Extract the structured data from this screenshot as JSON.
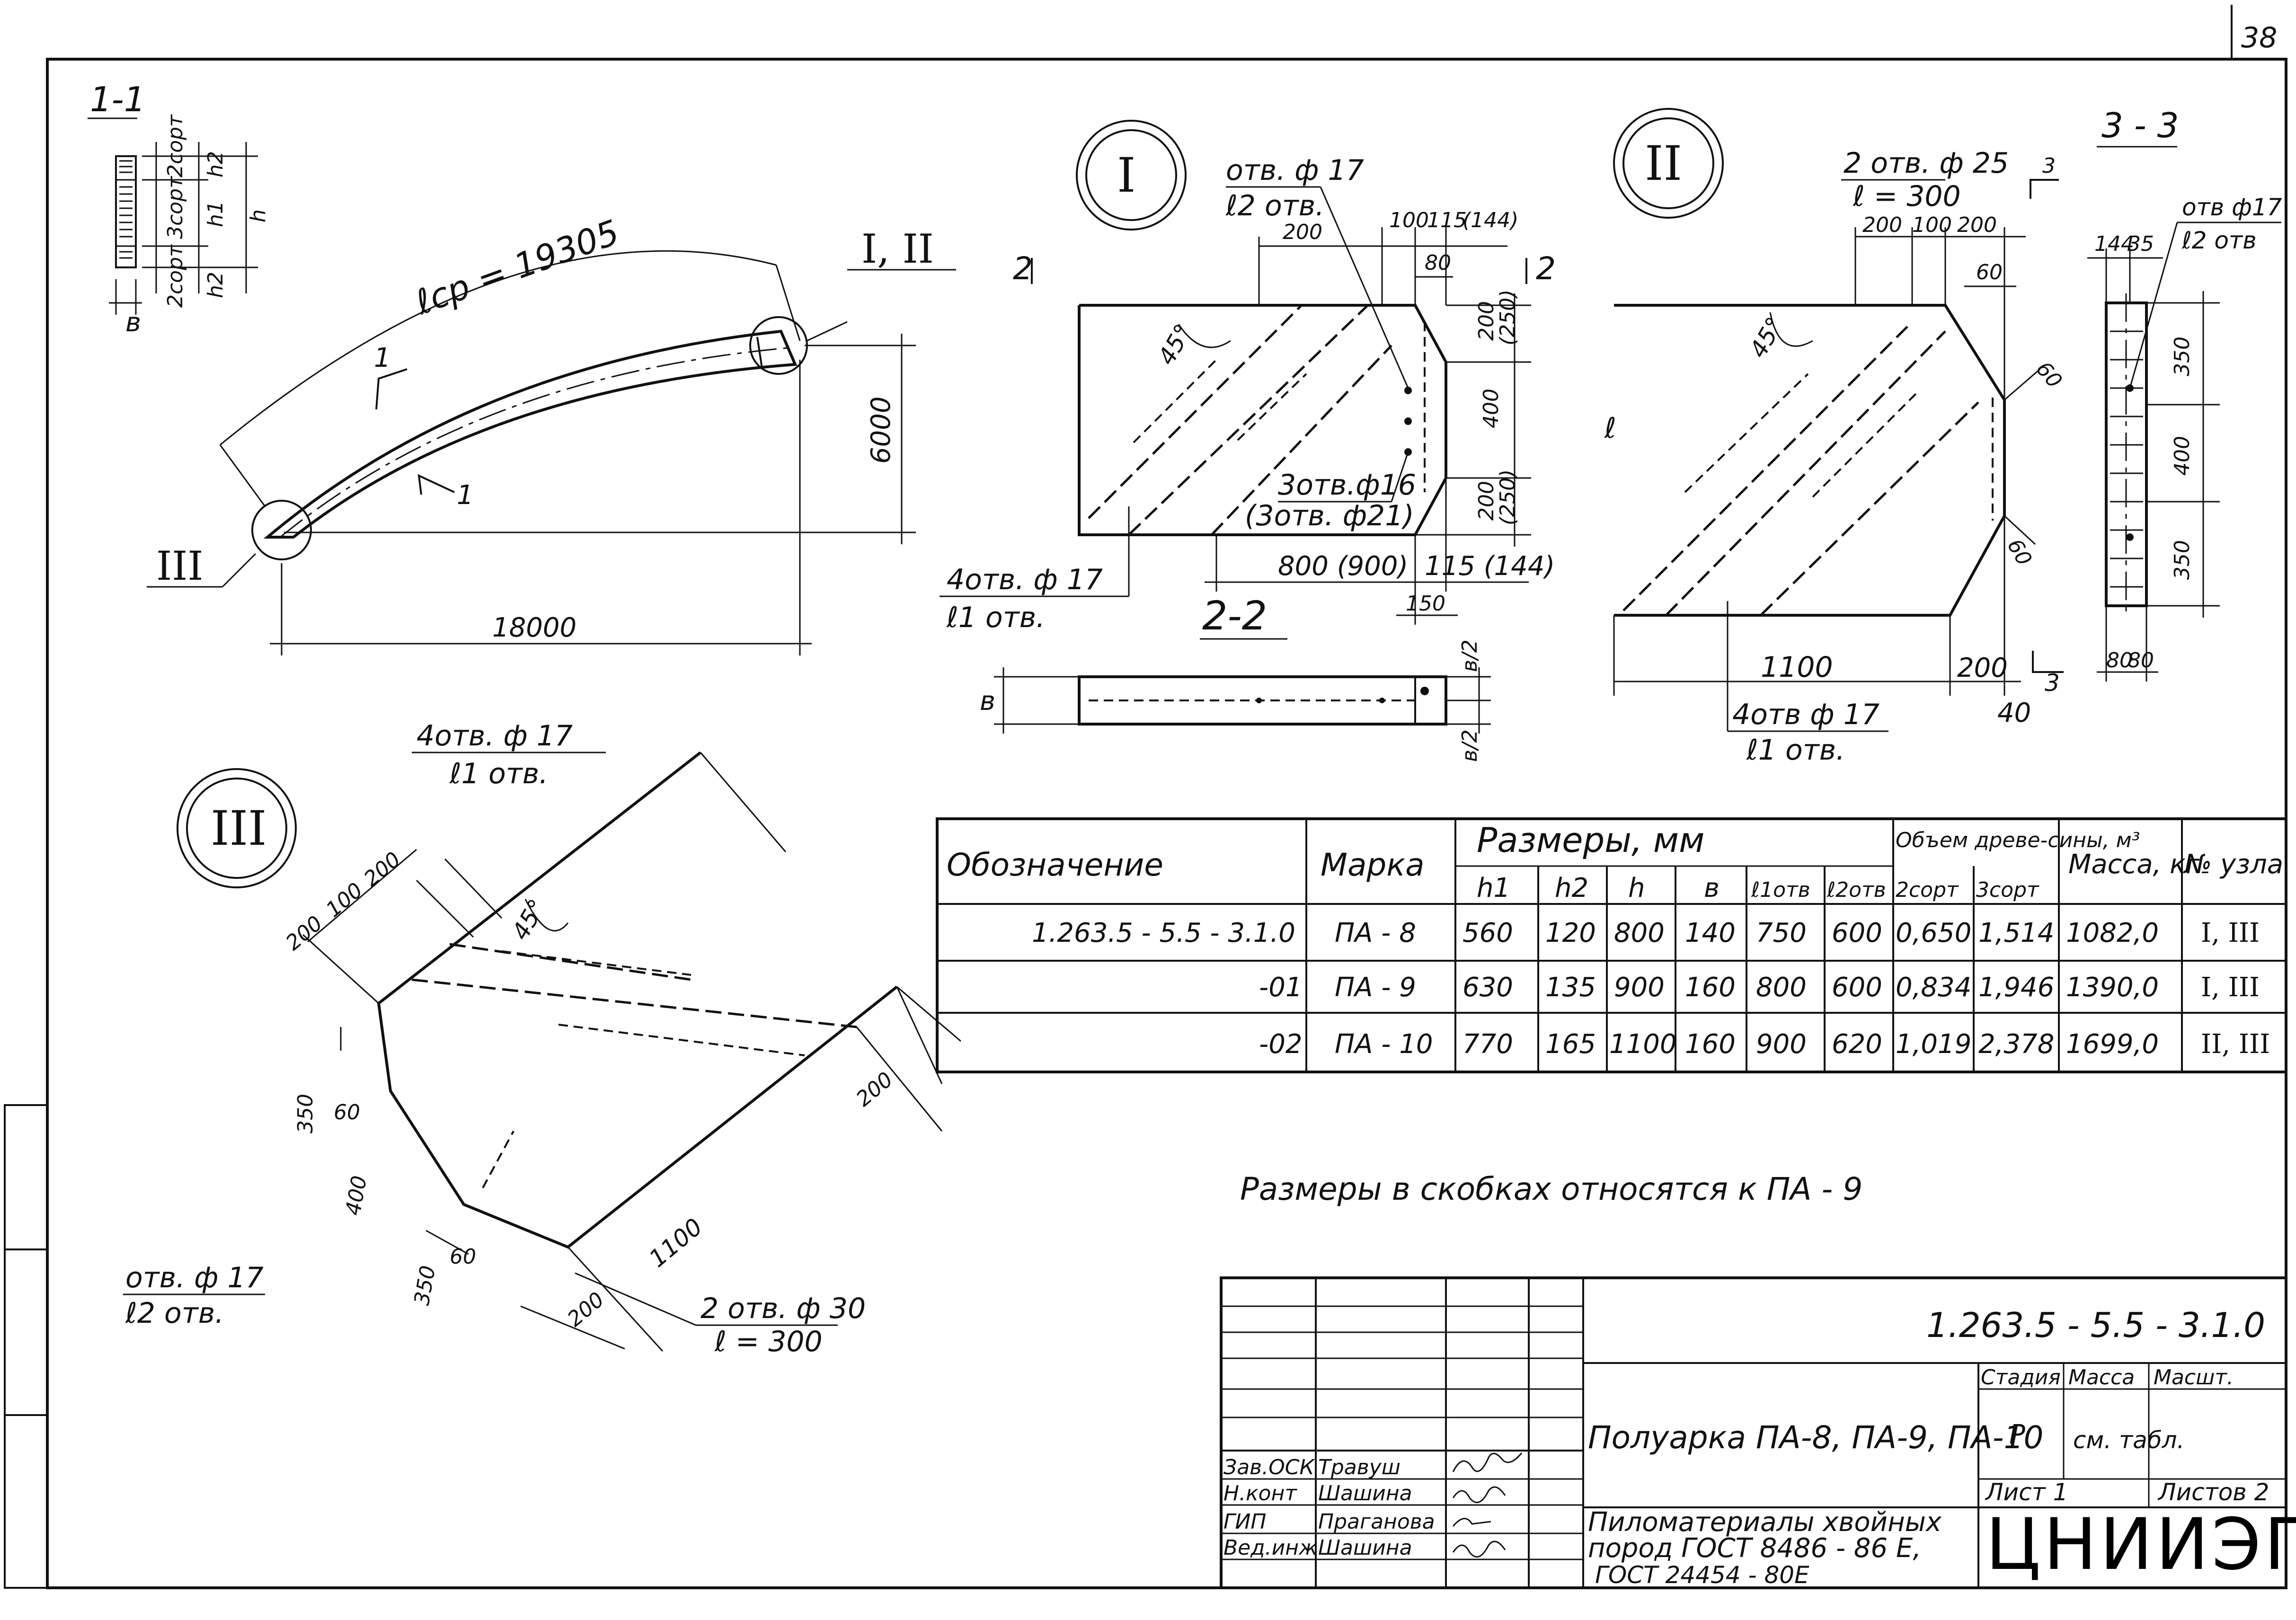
{
  "page": {
    "sheet_corner_number": "38"
  },
  "section_1_1": {
    "title": "1-1",
    "label_b": "в",
    "dims_left": [
      "2сорт",
      "3сорт",
      "2сорт"
    ],
    "dims_right": [
      "h2",
      "h1",
      "h2"
    ],
    "dim_h": "h"
  },
  "arch": {
    "arc_length_label": "ℓср = 19305",
    "height_label": "6000",
    "span_label": "18000",
    "node_ref_top": "I, II",
    "node_ref_bottom": "III",
    "section_mark": "1"
  },
  "node_I": {
    "circle_label": "I",
    "holes_top": [
      "отв. ф 17",
      "ℓ2 отв."
    ],
    "dims_top": [
      "200",
      "100",
      "115",
      "(144)",
      "80"
    ],
    "dims_right": [
      "200",
      "(250)",
      "400",
      "200",
      "(250)"
    ],
    "holes_mid": [
      "3отв.ф16",
      "(3отв. ф21)"
    ],
    "dims_bottom": [
      "800 (900)",
      "115 (144)",
      "150"
    ],
    "holes_bottom": [
      "4отв. ф 17",
      "ℓ1 отв."
    ],
    "angle": "45°",
    "section_mark": "2",
    "section_title": "2-2",
    "dims_2_2": [
      "в",
      "в/2",
      "в/2"
    ]
  },
  "node_II": {
    "circle_label": "II",
    "holes_top": [
      "2 отв. ф 25",
      "ℓ = 300"
    ],
    "dims_top": [
      "200",
      "100",
      "200",
      "60"
    ],
    "dims_right": [
      "60",
      "60"
    ],
    "label_l": "ℓ",
    "dims_bottom": [
      "1100",
      "200",
      "40"
    ],
    "holes_bottom": [
      "4отв ф 17",
      "ℓ1 отв."
    ],
    "angle": "45°",
    "section_mark": "3"
  },
  "section_3_3": {
    "title": "3 - 3",
    "holes": [
      "отв ф17",
      "ℓ2 отв"
    ],
    "dims_top": [
      "144",
      "35"
    ],
    "dims_right": [
      "350",
      "400",
      "350"
    ],
    "dims_bottom": [
      "80",
      "80"
    ]
  },
  "node_III": {
    "circle_label": "III",
    "holes_top": [
      "4отв. ф 17",
      "ℓ1 отв."
    ],
    "dims_top": [
      "200",
      "100",
      "200"
    ],
    "angle": "45°",
    "dims_left": [
      "350",
      "60",
      "400",
      "350",
      "60"
    ],
    "dims_right": [
      "200",
      "1100",
      "200"
    ],
    "holes_bottom": [
      "2 отв. ф 30",
      "ℓ = 300"
    ],
    "holes_left": [
      "отв. ф 17",
      "ℓ2 отв."
    ]
  },
  "table": {
    "header_designation": "Обозначение",
    "header_mark": "Марка",
    "header_sizes": "Размеры, мм",
    "header_volume": "Объем древе-сины, м³",
    "header_mass": "Масса, кг",
    "header_node": "№ узла",
    "sub_headers": [
      "h1",
      "h2",
      "h",
      "в",
      "ℓ1отв",
      "ℓ2отв",
      "2сорт",
      "3сорт"
    ],
    "rows": [
      [
        "1.263.5 - 5.5 - 3.1.0",
        "ПА - 8",
        "560",
        "120",
        "800",
        "140",
        "750",
        "600",
        "0,650",
        "1,514",
        "1082,0",
        "I, III"
      ],
      [
        "-01",
        "ПА - 9",
        "630",
        "135",
        "900",
        "160",
        "800",
        "600",
        "0,834",
        "1,946",
        "1390,0",
        "I, III"
      ],
      [
        "-02",
        "ПА - 10",
        "770",
        "165",
        "1100",
        "160",
        "900",
        "620",
        "1,019",
        "2,378",
        "1699,0",
        "II, III"
      ]
    ]
  },
  "note": "Размеры в скобках относятся к ПА - 9",
  "title_block": {
    "doc_code": "1.263.5 - 5.5 - 3.1.0",
    "title": "Полуарка ПА-8, ПА-9, ПА-10",
    "materials": [
      "Пиломатериалы хвойных",
      "пород ГОСТ 8486 - 86 Е,",
      "ГОСТ 24454 - 80Е"
    ],
    "stage_h": "Стадия",
    "mass_h": "Масса",
    "scale_h": "Масшт.",
    "stage": "Р",
    "mass": "см. табл.",
    "sheet": "Лист 1",
    "sheets": "Листов 2",
    "org": "ЦНИИЭП",
    "org_sub": "",
    "people": [
      [
        "Зав.ОСК",
        "Травуш"
      ],
      [
        "Н.конт",
        "Шашина"
      ],
      [
        "ГИП",
        "Праганова"
      ],
      [
        "Вед.инж",
        "Шашина"
      ]
    ]
  },
  "colors": {
    "ink": "#111111",
    "paper": "#ffffff"
  }
}
